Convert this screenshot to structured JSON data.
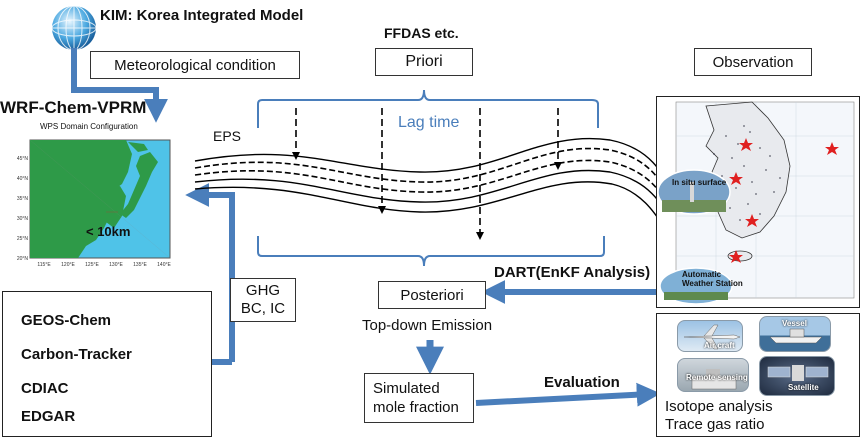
{
  "kim": {
    "label": "KIM: Korea Integrated Model"
  },
  "met_condition": {
    "label": "Meteorological condition"
  },
  "ffdas": {
    "label": "FFDAS etc."
  },
  "priori": {
    "label": "Priori"
  },
  "observation": {
    "label": "Observation"
  },
  "wrf": {
    "title": "WRF-Chem-VPRM",
    "subtitle": "WPS Domain Configuration",
    "resolution": "< 10km",
    "lat_ticks": [
      "45°N",
      "40°N",
      "35°N",
      "30°N",
      "25°N",
      "20°N"
    ],
    "lon_ticks": [
      "115°E",
      "120°E",
      "125°E",
      "130°E",
      "135°E",
      "140°E"
    ]
  },
  "eps": {
    "label": "EPS"
  },
  "lag_time": {
    "label": "Lag time"
  },
  "ghg": {
    "line1": "GHG",
    "line2": "BC, IC"
  },
  "sources": {
    "items": [
      "GEOS-Chem",
      "Carbon-Tracker",
      "CDIAC",
      "EDGAR"
    ]
  },
  "dart": {
    "label": "DART(EnKF Analysis)"
  },
  "posteriori": {
    "label": "Posteriori"
  },
  "topdown": {
    "label": "Top-down Emission"
  },
  "simulated": {
    "line1": "Simulated",
    "line2": "mole fraction"
  },
  "evaluation": {
    "label": "Evaluation"
  },
  "obs_map": {
    "insitu": "In situ surface",
    "aws_line1": "Automatic",
    "aws_line2": "Weather Station"
  },
  "eval_box": {
    "aircraft": "Air craft",
    "vessel": "Vessel",
    "remote": "Remote sensing",
    "satellite": "Satellite",
    "line1": "Isotope analysis",
    "line2": "Trace gas ratio"
  },
  "colors": {
    "arrow": "#4a7ebb",
    "bracket": "#4a7ebb",
    "ocean": "#4fc3e8",
    "land": "#2e9a48",
    "star": "#e02020"
  }
}
